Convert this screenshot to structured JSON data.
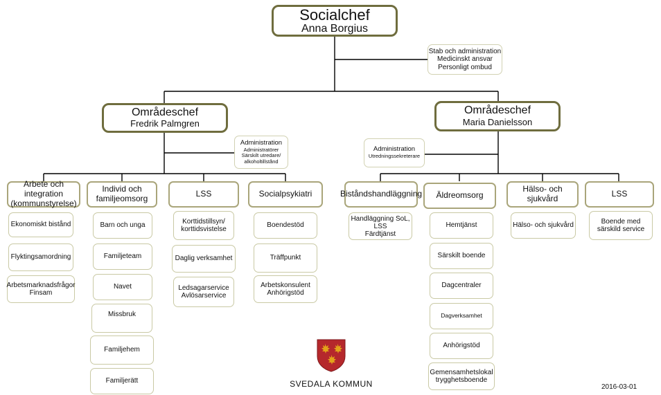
{
  "socialchef": {
    "title": "Socialchef",
    "name": "Anna Borgius"
  },
  "stab": [
    "Stab och administration",
    "Medicinskt ansvar",
    "Personligt ombud"
  ],
  "left": {
    "title": "Områdeschef",
    "name": "Fredrik Palmgren",
    "admin": [
      "Administration",
      "Administratörer",
      "Särskilt utredare/",
      "alkoholtillstånd"
    ],
    "departments": [
      {
        "label": [
          "Arbete och integration",
          "(kommunstyrelse)"
        ],
        "units": [
          "Ekonomiskt bistånd",
          "Flyktingsamordning",
          "Arbetsmarknadsfrågor\nFinsam"
        ]
      },
      {
        "label": [
          "Individ och",
          "familjeomsorg"
        ],
        "units": [
          "Barn och unga",
          "Familjeteam",
          "Navet",
          "Missbruk",
          "Familjehem",
          "Familjerätt"
        ]
      },
      {
        "label": [
          "LSS"
        ],
        "units": [
          "Korttidstillsyn/\nkorttidsvistelse",
          "Daglig verksamhet",
          "Ledsagarservice\nAvlösarservice"
        ]
      },
      {
        "label": [
          "Socialpsykiatri"
        ],
        "units": [
          "Boendestöd",
          "Träffpunkt",
          "Arbetskonsulent\nAnhörigstöd"
        ]
      }
    ]
  },
  "right": {
    "title": "Områdeschef",
    "name": "Maria Danielsson",
    "admin": [
      "Administration",
      "Utredningssekreterare"
    ],
    "departments": [
      {
        "label": [
          "Biståndshandläggning"
        ],
        "units": [
          "Handläggning SoL,\nLSS\nFärdtjänst"
        ]
      },
      {
        "label": [
          "Äldreomsorg"
        ],
        "units": [
          "Hemtjänst",
          "Särskilt boende",
          "Dagcentraler",
          "Dagverksamhet",
          "Anhörigstöd",
          "Gemensamhetslokal\ntrygghetsboende"
        ]
      },
      {
        "label": [
          "Hälso- och sjukvård"
        ],
        "units": [
          "Hälso- och sjukvård"
        ]
      },
      {
        "label": [
          "LSS"
        ],
        "units": [
          "Boende med\nsärskild service"
        ]
      }
    ]
  },
  "logo_text": "SVEDALA KOMMUN",
  "date": "2016-03-01",
  "colors": {
    "chief_border": "#6f6d3e",
    "box_border": "#c9c9a4",
    "line": "#000000",
    "shield_red": "#b5282c",
    "leaf_gold": "#e3a21a"
  }
}
